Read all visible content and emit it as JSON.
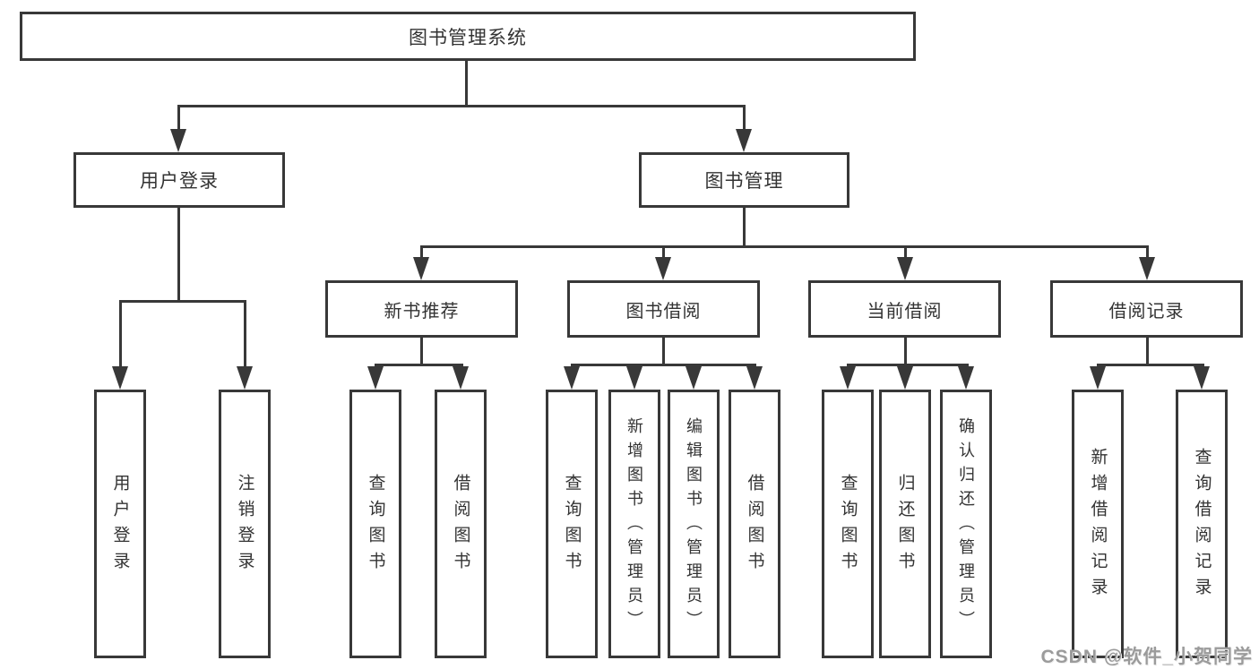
{
  "tree": {
    "root": {
      "label": "图书管理系统"
    },
    "children": [
      {
        "label": "用户登录",
        "children": [
          {
            "label": "用户登录"
          },
          {
            "label": "注销登录"
          }
        ]
      },
      {
        "label": "图书管理",
        "children": [
          {
            "label": "新书推荐",
            "children": [
              {
                "label": "查询图书"
              },
              {
                "label": "借阅图书"
              }
            ]
          },
          {
            "label": "图书借阅",
            "children": [
              {
                "label": "查询图书"
              },
              {
                "label": "新增图书（管理员）"
              },
              {
                "label": "编辑图书（管理员）"
              },
              {
                "label": "借阅图书"
              }
            ]
          },
          {
            "label": "当前借阅",
            "children": [
              {
                "label": "查询图书"
              },
              {
                "label": "归还图书"
              },
              {
                "label": "确认归还（管理员）"
              }
            ]
          },
          {
            "label": "借阅记录",
            "children": [
              {
                "label": "新增借阅记录"
              },
              {
                "label": "查询借阅记录"
              }
            ]
          }
        ]
      }
    ]
  },
  "watermark": {
    "text": "CSDN @软件_小贺同学"
  },
  "colors": {
    "line": "#383838",
    "text": "#333333",
    "watermark": "#9b9b9b",
    "background": "#ffffff"
  }
}
